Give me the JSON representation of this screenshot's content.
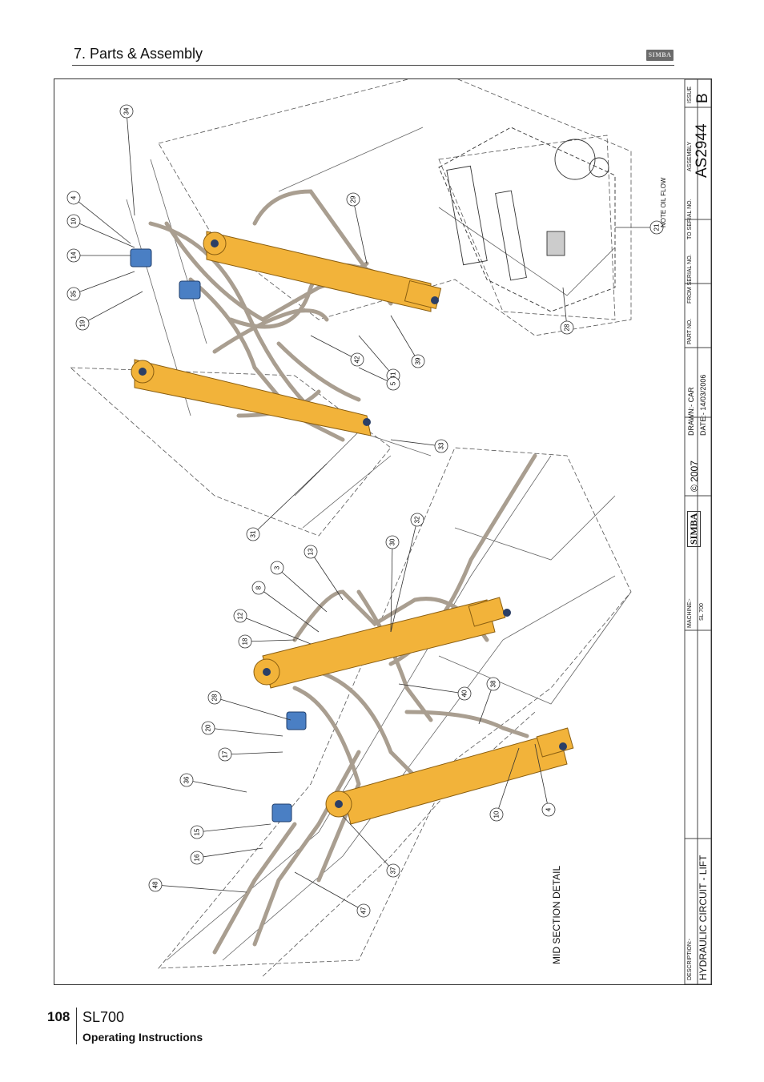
{
  "header": {
    "section_title": "7. Parts & Assembly",
    "logo_text": "SIMBA"
  },
  "footer": {
    "page_number": "108",
    "model": "SL700",
    "doc_type": "Operating Instructions"
  },
  "title_block": {
    "description_label": "DESCRIPTION:-",
    "description": "HYDRAULIC CIRCUIT - LIFT",
    "machine_label": "MACHINE:-",
    "machine": "SL 700",
    "logo": "SIMBA",
    "copyright": "© 2007",
    "drawn": "DRAWN:- CAR",
    "date": "DATE:- 14/03/2006",
    "part_no_label": "PART NO.",
    "from_serial_label": "FROM SERIAL NO.",
    "to_serial_label": "TO SERIAL NO.",
    "assembly_label": "ASSEMBLY",
    "assembly": "AS2944",
    "issue_label": "ISSUE",
    "issue": "B"
  },
  "drawing": {
    "note": "NOTE OIL FLOW",
    "mid_section": "MID SECTION DETAIL",
    "colors": {
      "cylinder": "#f2b33a",
      "cylinder_dark": "#c98a1a",
      "hose": "#a99e90",
      "valve": "#4a7fc4",
      "line": "#333333"
    },
    "callouts": [
      {
        "label": "34"
      },
      {
        "label": "4"
      },
      {
        "label": "10"
      },
      {
        "label": "14"
      },
      {
        "label": "35"
      },
      {
        "label": "19"
      },
      {
        "label": "29"
      },
      {
        "label": "21"
      },
      {
        "label": "28"
      },
      {
        "label": "42"
      },
      {
        "label": "41"
      },
      {
        "label": "39"
      },
      {
        "label": "5"
      },
      {
        "label": "33"
      },
      {
        "label": "31"
      },
      {
        "label": "13"
      },
      {
        "label": "3"
      },
      {
        "label": "8"
      },
      {
        "label": "12"
      },
      {
        "label": "18"
      },
      {
        "label": "30"
      },
      {
        "label": "32"
      },
      {
        "label": "40"
      },
      {
        "label": "38"
      },
      {
        "label": "28"
      },
      {
        "label": "20"
      },
      {
        "label": "17"
      },
      {
        "label": "36"
      },
      {
        "label": "15"
      },
      {
        "label": "16"
      },
      {
        "label": "48"
      },
      {
        "label": "37"
      },
      {
        "label": "47"
      },
      {
        "label": "10"
      },
      {
        "label": "4"
      }
    ]
  }
}
